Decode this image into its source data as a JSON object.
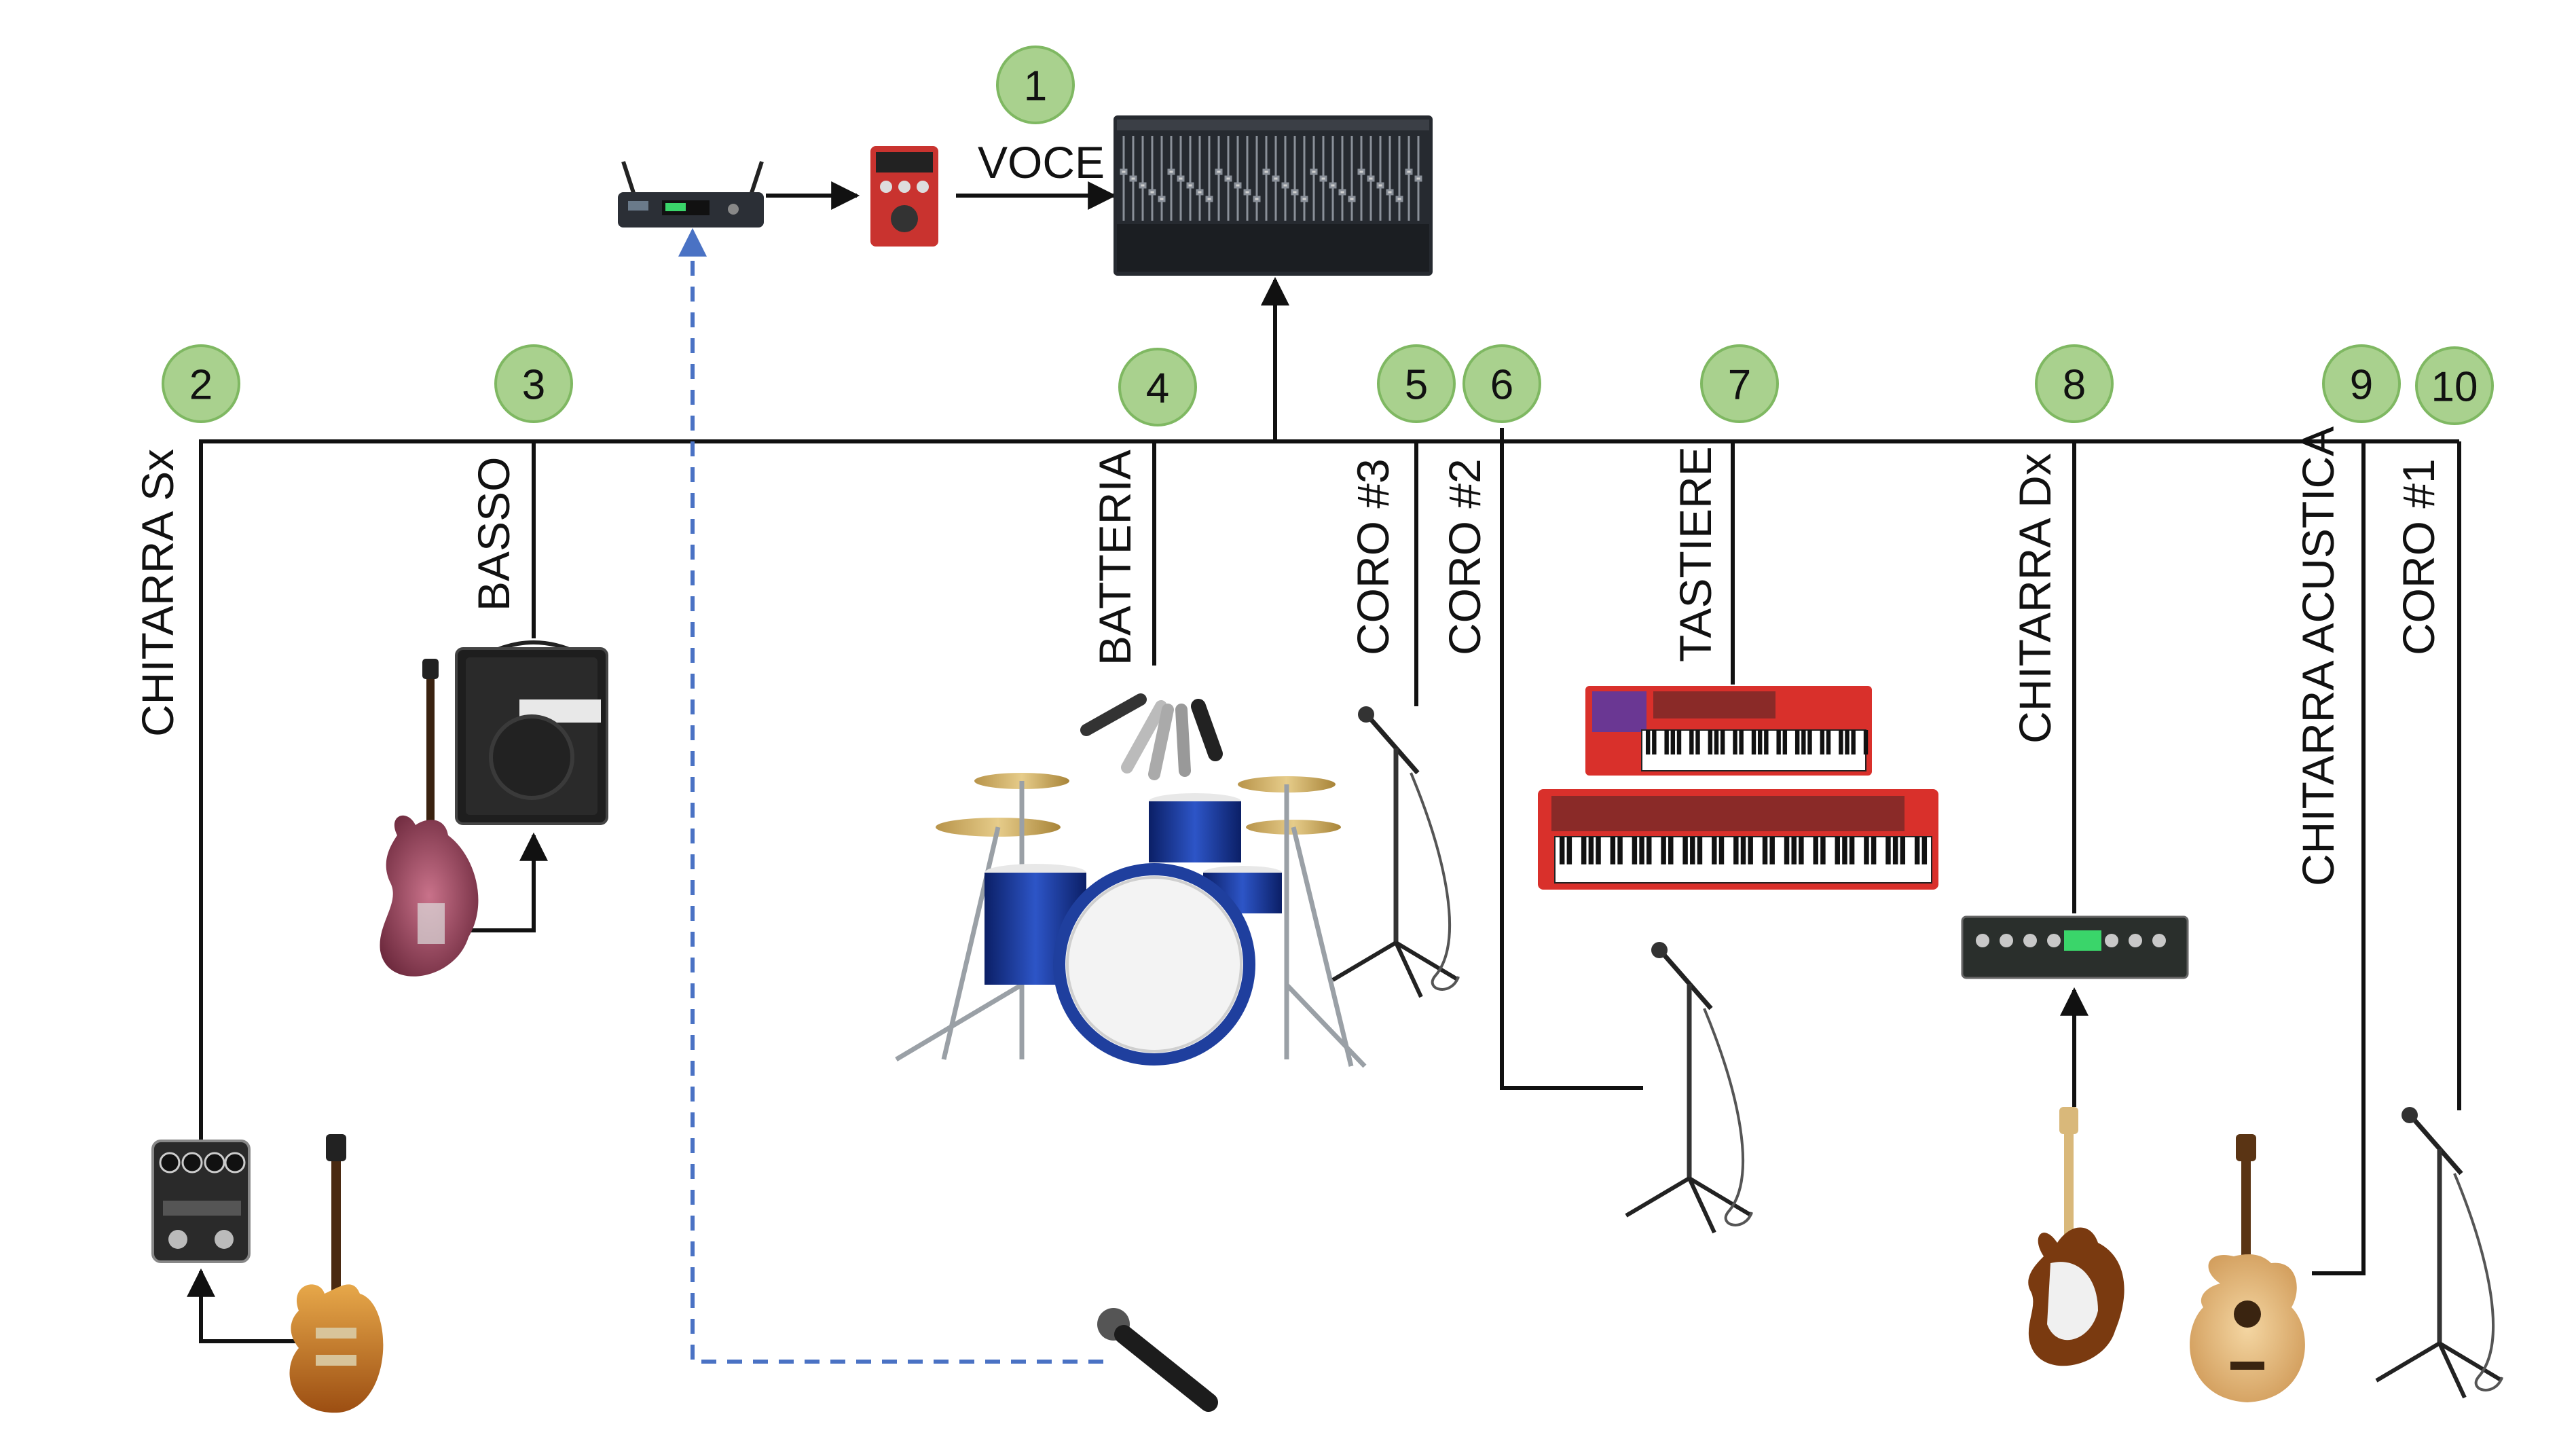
{
  "colors": {
    "badge_fill": "#a9d18e",
    "badge_stroke": "#7fb862",
    "line": "#111111",
    "wireless_link": "#4a72c4",
    "keyboard_red": "#d9302b",
    "drum_blue": "#1f3f9e"
  },
  "voice": {
    "number": "1",
    "label": "VOCE"
  },
  "channels": [
    {
      "number": "2",
      "label": "CHITARRA Sx"
    },
    {
      "number": "3",
      "label": "BASSO"
    },
    {
      "number": "4",
      "label": "BATTERIA"
    },
    {
      "number": "5",
      "label": "CORO #3"
    },
    {
      "number": "6",
      "label": "CORO #2"
    },
    {
      "number": "7",
      "label": "TASTIERE"
    },
    {
      "number": "8",
      "label": "CHITARRA Dx"
    },
    {
      "number": "9",
      "label": "CHITARRA ACUSTICA"
    },
    {
      "number": "10",
      "label": "CORO #1"
    }
  ],
  "devices": [
    {
      "name": "wireless-receiver-icon"
    },
    {
      "name": "vocal-processor-icon"
    },
    {
      "name": "mixing-console-icon"
    },
    {
      "name": "guitar-preamp-pedal-icon"
    },
    {
      "name": "electric-guitar-icon"
    },
    {
      "name": "bass-amp-icon"
    },
    {
      "name": "bass-guitar-icon"
    },
    {
      "name": "drum-microphones-icon"
    },
    {
      "name": "drum-kit-icon"
    },
    {
      "name": "mic-stand-icon"
    },
    {
      "name": "stage-keyboard-icon"
    },
    {
      "name": "guitar-amp-head-icon"
    },
    {
      "name": "stratocaster-guitar-icon"
    },
    {
      "name": "acoustic-guitar-icon"
    },
    {
      "name": "wireless-handheld-mic-icon"
    }
  ]
}
